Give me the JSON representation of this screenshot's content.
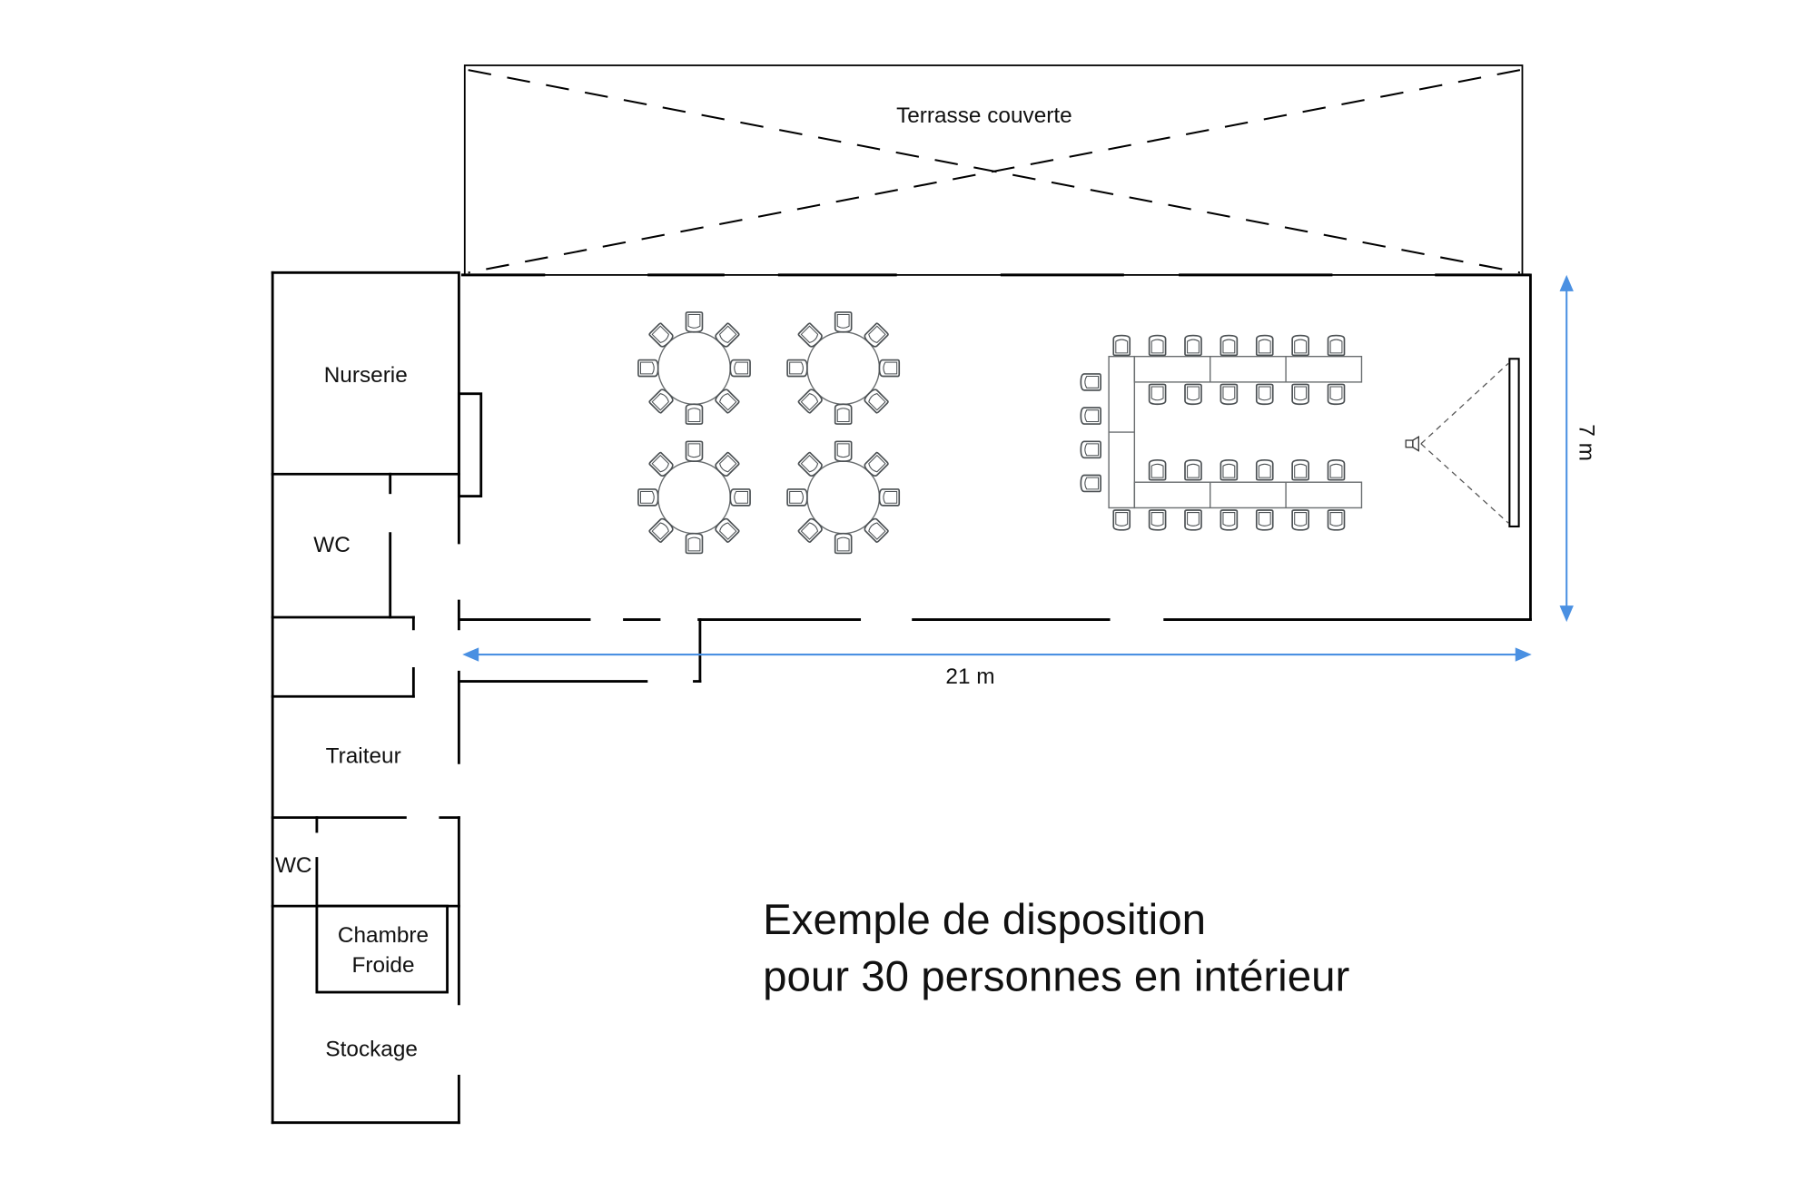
{
  "title": {
    "line1": "Exemple de disposition",
    "line2": "pour 30 personnes en intérieur"
  },
  "rooms": {
    "terrace": "Terrasse couverte",
    "nursery": "Nurserie",
    "wc_upper": "WC",
    "caterer": "Traiteur",
    "wc_lower": "WC",
    "cold_room_line1": "Chambre",
    "cold_room_line2": "Froide",
    "storage": "Stockage"
  },
  "dimensions": {
    "length": "21 m",
    "width": "7 m"
  },
  "furniture": {
    "round_tables": 4,
    "chairs_per_round_table": 8,
    "u_shape_top_row_chairs": 7,
    "u_shape_top_inner_chairs": 6,
    "u_shape_bottom_inner_chairs": 6,
    "u_shape_bottom_row_chairs": 7,
    "u_shape_left_chairs": 4,
    "equipment": [
      "projector-icon",
      "projection-screen"
    ]
  },
  "colors": {
    "walls": "#000000",
    "dimension_lines": "#4a90e2",
    "furniture": "#4b5053"
  }
}
